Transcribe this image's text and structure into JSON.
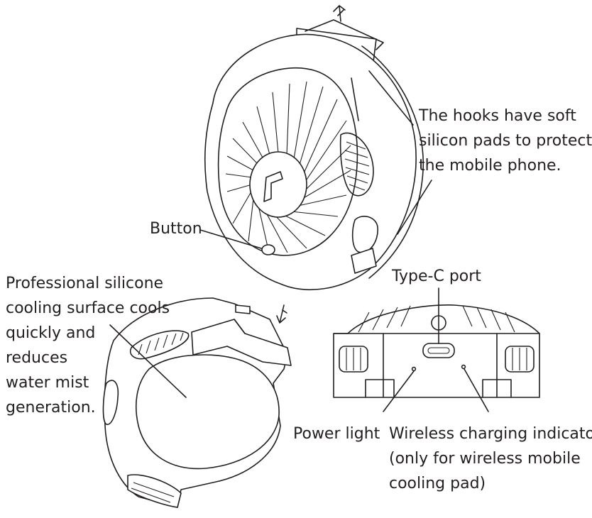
{
  "labels": {
    "hooks": [
      "The hooks have soft",
      "silicon pads to protect",
      "the mobile phone."
    ],
    "button": "Button",
    "silicone": [
      "Professional silicone",
      "cooling surface cools",
      "quickly and",
      "reduces",
      "water mist",
      "generation."
    ],
    "typec": "Type-C port",
    "power_light": "Power light",
    "wireless": [
      "Wireless charging indicator",
      "(only for wireless mobile",
      "cooling pad)"
    ]
  },
  "colors": {
    "ink": "#231f20",
    "background": "#ffffff"
  }
}
